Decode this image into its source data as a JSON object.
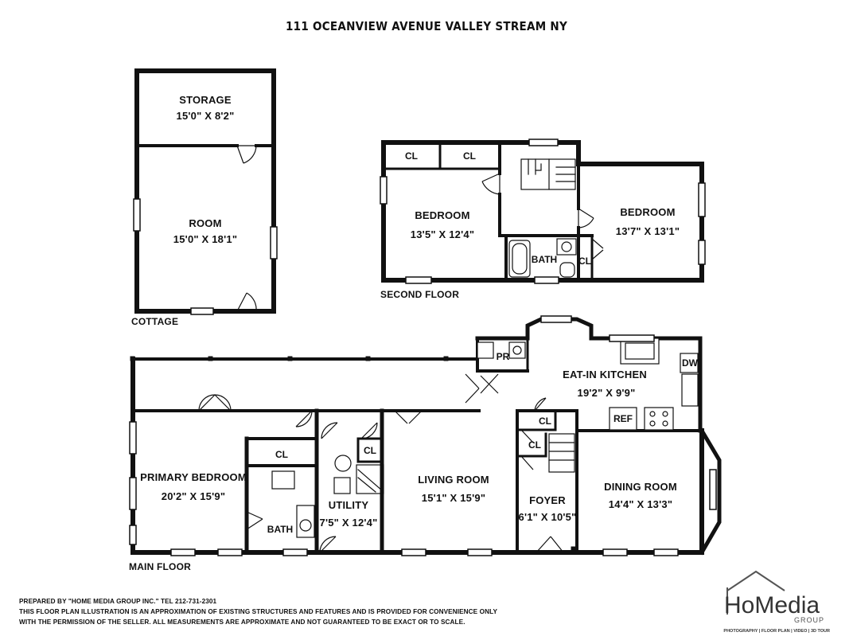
{
  "title": "111 OCEANVIEW AVENUE VALLEY STREAM NY",
  "floors": {
    "cottage": "COTTAGE",
    "second": "SECOND FLOOR",
    "main": "MAIN FLOOR"
  },
  "cottage_rooms": {
    "storage": {
      "name": "STORAGE",
      "dims": "15'0\" X 8'2\""
    },
    "room": {
      "name": "ROOM",
      "dims": "15'0\" X 18'1\""
    }
  },
  "second_rooms": {
    "bedroom_left": {
      "name": "BEDROOM",
      "dims": "13'5\" X 12'4\""
    },
    "bedroom_right": {
      "name": "BEDROOM",
      "dims": "13'7\" X 13'1\""
    },
    "bath": {
      "name": "BATH"
    },
    "cl1": "CL",
    "cl2": "CL",
    "cl3": "CL"
  },
  "main_rooms": {
    "primary_bedroom": {
      "name": "PRIMARY BEDROOM",
      "dims": "20'2\" X 15'9\""
    },
    "living_room": {
      "name": "LIVING ROOM",
      "dims": "15'1\" X 15'9\""
    },
    "utility": {
      "name": "UTILITY",
      "dims": "7'5\" X 12'4\""
    },
    "foyer": {
      "name": "FOYER",
      "dims": "6'1\" X 10'5\""
    },
    "dining_room": {
      "name": "DINING ROOM",
      "dims": "14'4\" X 13'3\""
    },
    "kitchen": {
      "name": "EAT-IN KITCHEN",
      "dims": "19'2\" X 9'9\""
    },
    "bath": {
      "name": "BATH"
    },
    "pr": "PR",
    "dw": "DW",
    "ref": "REF",
    "cl_primary": "CL",
    "cl_utility": "CL",
    "cl_foyer_top": "CL",
    "cl_foyer": "CL"
  },
  "disclaimer": {
    "line1": "PREPARED BY \"HOME MEDIA GROUP INC.\" TEL 212-731-2301",
    "line2": "THIS FLOOR PLAN ILLUSTRATION IS AN APPROXIMATION OF EXISTING STRUCTURES AND FEATURES AND IS PROVIDED FOR CONVENIENCE ONLY",
    "line3": "WITH THE PERMISSION OF THE SELLER. ALL MEASUREMENTS ARE APPROXIMATE AND NOT GUARANTEED TO BE EXACT OR TO SCALE."
  },
  "logo": {
    "brand": "HoMedia",
    "group": "GROUP",
    "tagline": "PHOTOGRAPHY | FLOOR PLAN | VIDEO | 3D TOUR"
  },
  "colors": {
    "wall": "#111111",
    "accent": "#555555"
  }
}
